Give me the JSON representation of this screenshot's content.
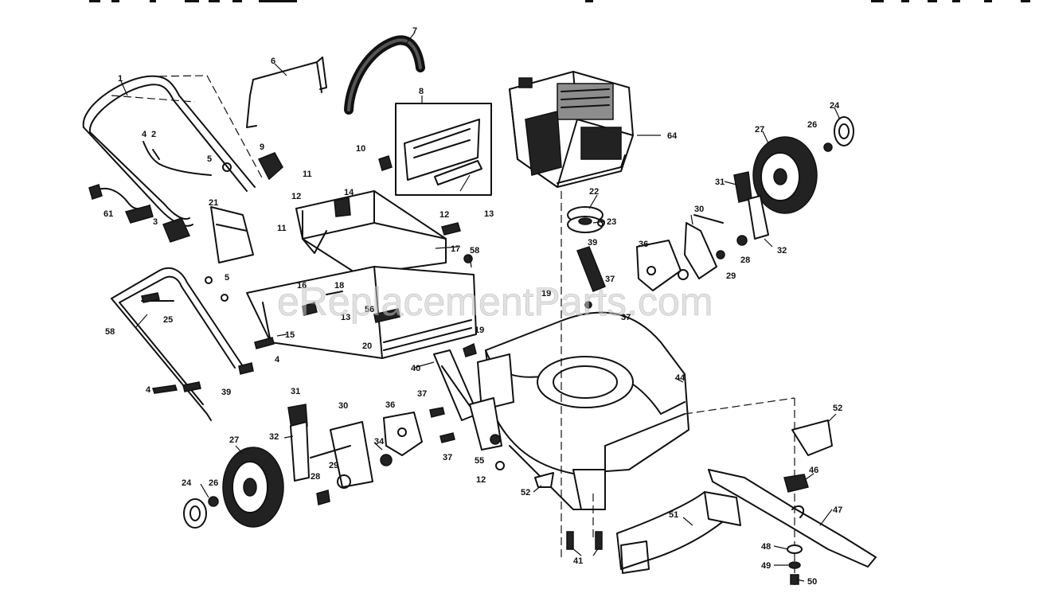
{
  "watermark": "eReplacementParts.com",
  "callouts": [
    {
      "id": "c1",
      "text": "1"
    },
    {
      "id": "c6",
      "text": "6"
    },
    {
      "id": "c7",
      "text": "7"
    },
    {
      "id": "c8",
      "text": "8"
    },
    {
      "id": "c4a",
      "text": "4"
    },
    {
      "id": "c2",
      "text": "2"
    },
    {
      "id": "c5a",
      "text": "5"
    },
    {
      "id": "c9",
      "text": "9"
    },
    {
      "id": "c10",
      "text": "10"
    },
    {
      "id": "c61",
      "text": "61"
    },
    {
      "id": "c3",
      "text": "3"
    },
    {
      "id": "c21",
      "text": "21"
    },
    {
      "id": "c11a",
      "text": "11"
    },
    {
      "id": "c12a",
      "text": "12"
    },
    {
      "id": "c14",
      "text": "14"
    },
    {
      "id": "c11b",
      "text": "11"
    },
    {
      "id": "c12b",
      "text": "12"
    },
    {
      "id": "c17",
      "text": "17"
    },
    {
      "id": "c58a",
      "text": "58"
    },
    {
      "id": "c13a",
      "text": "13"
    },
    {
      "id": "c64",
      "text": "64"
    },
    {
      "id": "c22",
      "text": "22"
    },
    {
      "id": "c23",
      "text": "23"
    },
    {
      "id": "c39a",
      "text": "39"
    },
    {
      "id": "c24a",
      "text": "24"
    },
    {
      "id": "c27a",
      "text": "27"
    },
    {
      "id": "c26a",
      "text": "26"
    },
    {
      "id": "c31a",
      "text": "31"
    },
    {
      "id": "c30a",
      "text": "30"
    },
    {
      "id": "c36a",
      "text": "36"
    },
    {
      "id": "c28a",
      "text": "28"
    },
    {
      "id": "c32a",
      "text": "32"
    },
    {
      "id": "c29a",
      "text": "29"
    },
    {
      "id": "c5b",
      "text": "5"
    },
    {
      "id": "c16",
      "text": "16"
    },
    {
      "id": "c18",
      "text": "18"
    },
    {
      "id": "c13b",
      "text": "13"
    },
    {
      "id": "c58b",
      "text": "58"
    },
    {
      "id": "c25",
      "text": "25"
    },
    {
      "id": "c15",
      "text": "15"
    },
    {
      "id": "c56",
      "text": "56"
    },
    {
      "id": "c19a",
      "text": "19"
    },
    {
      "id": "c37a",
      "text": "37"
    },
    {
      "id": "c37b",
      "text": "37"
    },
    {
      "id": "c20",
      "text": "20"
    },
    {
      "id": "c19b",
      "text": "19"
    },
    {
      "id": "c4b",
      "text": "4"
    },
    {
      "id": "c39b",
      "text": "39"
    },
    {
      "id": "c4c",
      "text": "4"
    },
    {
      "id": "c40",
      "text": "40"
    },
    {
      "id": "c44",
      "text": "44"
    },
    {
      "id": "c31b",
      "text": "31"
    },
    {
      "id": "c30b",
      "text": "30"
    },
    {
      "id": "c36b",
      "text": "36"
    },
    {
      "id": "c37c",
      "text": "37"
    },
    {
      "id": "c32b",
      "text": "32"
    },
    {
      "id": "c34",
      "text": "34"
    },
    {
      "id": "c27b",
      "text": "27"
    },
    {
      "id": "c29b",
      "text": "29"
    },
    {
      "id": "c37d",
      "text": "37"
    },
    {
      "id": "c55",
      "text": "55"
    },
    {
      "id": "c28b",
      "text": "28"
    },
    {
      "id": "c12c",
      "text": "12"
    },
    {
      "id": "c24b",
      "text": "24"
    },
    {
      "id": "c26b",
      "text": "26"
    },
    {
      "id": "c52a",
      "text": "52"
    },
    {
      "id": "c52b",
      "text": "52"
    },
    {
      "id": "c46",
      "text": "46"
    },
    {
      "id": "c47",
      "text": "47"
    },
    {
      "id": "c51",
      "text": "51"
    },
    {
      "id": "c41",
      "text": "41"
    },
    {
      "id": "c48",
      "text": "48"
    },
    {
      "id": "c49",
      "text": "49"
    },
    {
      "id": "c50",
      "text": "50"
    }
  ]
}
